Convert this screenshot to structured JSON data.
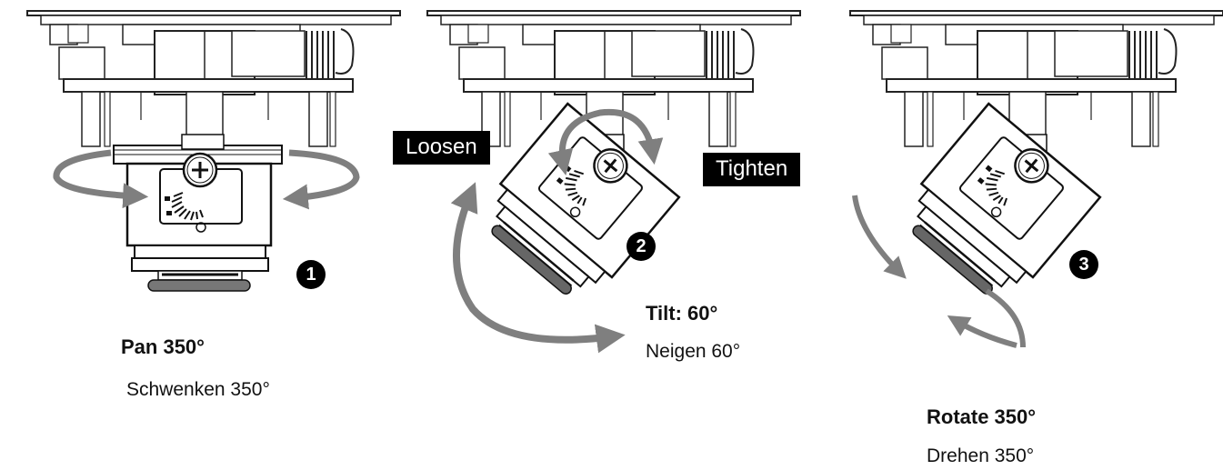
{
  "steps": [
    {
      "badge": "1",
      "title": "Pan 350°",
      "subtitle": "Schwenken 350°"
    },
    {
      "badge": "2",
      "title": "Tilt: 60°",
      "subtitle": "Neigen 60°"
    },
    {
      "badge": "3",
      "title": "Rotate 350°",
      "subtitle": "Drehen 350°"
    }
  ],
  "callouts": {
    "loosen": "Loosen",
    "tighten": "Tighten"
  },
  "colors": {
    "line": "#222222",
    "arrow": "#7f7f7f",
    "callout_bg": "#000000",
    "badge_bg": "#000000"
  },
  "icons": [
    "screw-icon",
    "pan-arrow-icon",
    "tilt-arrow-icon",
    "rotate-arrow-icon",
    "loosen-tighten-arrow-icon"
  ]
}
